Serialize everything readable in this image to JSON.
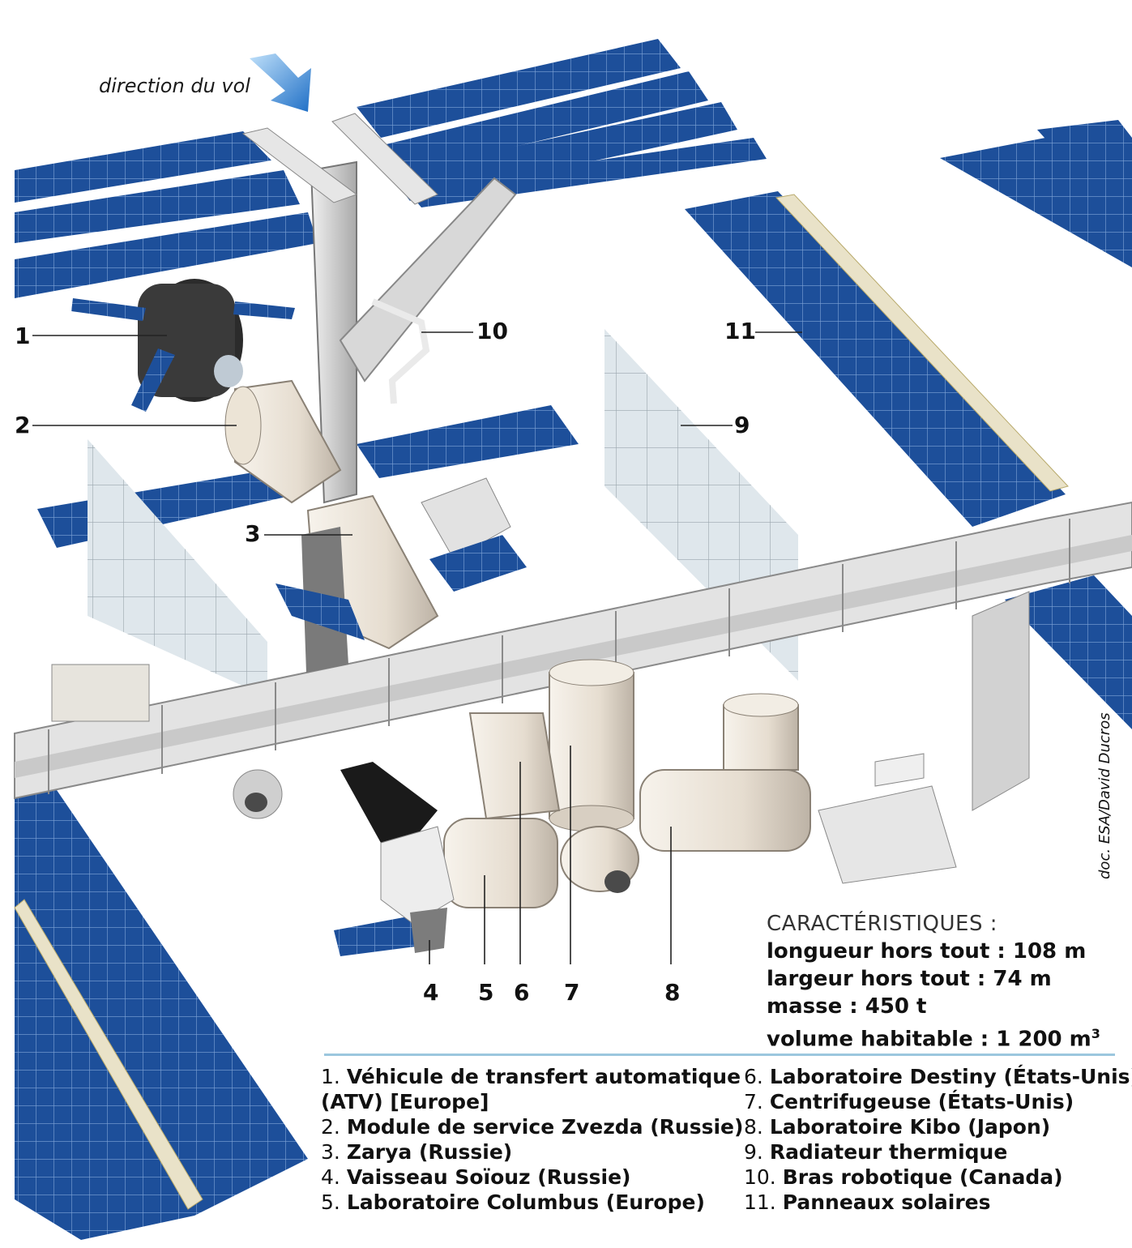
{
  "flight_direction": "direction du vol",
  "credit": "doc. ESA/David Ducros",
  "callouts": [
    "1",
    "2",
    "3",
    "4",
    "5",
    "6",
    "7",
    "8",
    "9",
    "10",
    "11"
  ],
  "specs": {
    "heading": "CARACTÉRISTIQUES :",
    "length": "longueur hors tout : 108 m",
    "width": "largeur hors tout : 74 m",
    "mass": "masse : 450 t",
    "volume": "volume habitable : 1 200 m",
    "volume_exponent": "3"
  },
  "legend": [
    {
      "num": "1.",
      "label": "Véhicule de transfert automatique"
    },
    {
      "num": "",
      "label": "(ATV) [Europe]"
    },
    {
      "num": "2.",
      "label": "Module de service Zvezda (Russie)"
    },
    {
      "num": "3.",
      "label": "Zarya (Russie)"
    },
    {
      "num": "4.",
      "label": "Vaisseau Soïouz (Russie)"
    },
    {
      "num": "5.",
      "label": "Laboratoire Columbus (Europe)"
    },
    {
      "num": "6.",
      "label": "Laboratoire Destiny (États-Unis)"
    },
    {
      "num": "7.",
      "label": "Centrifugeuse (États-Unis)"
    },
    {
      "num": "8.",
      "label": "Laboratoire Kibo (Japon)"
    },
    {
      "num": "9.",
      "label": "Radiateur thermique"
    },
    {
      "num": "10.",
      "label": "Bras robotique (Canada)"
    },
    {
      "num": "11.",
      "label": "Panneaux solaires"
    }
  ],
  "colors": {
    "solar_panel": "#1d4f9a",
    "structure": "#d9d9d9",
    "module": "#efe9df",
    "rule": "#9cc7de",
    "arrow": "#3b8fd8"
  }
}
